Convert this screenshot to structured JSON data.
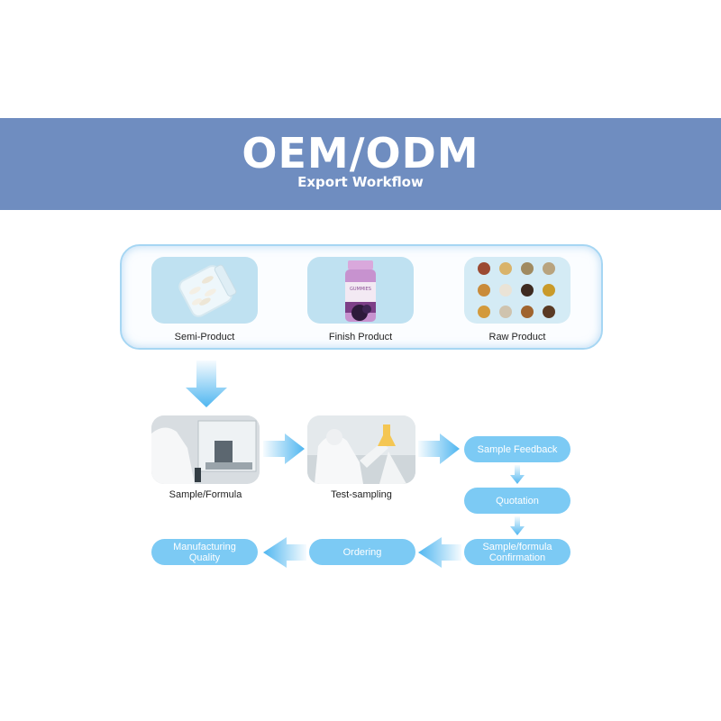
{
  "header": {
    "title": "OEM/ODM",
    "subtitle": "Export Workflow"
  },
  "products": [
    {
      "label": "Semi-Product",
      "icon": "capsule-jar-icon"
    },
    {
      "label": "Finish Product",
      "icon": "gummy-bottle-icon"
    },
    {
      "label": "Raw Product",
      "icon": "powder-bowls-icon"
    }
  ],
  "gummy_bottle_label": "GUMMIES",
  "steps": {
    "sample_formula": "Sample/Formula",
    "test_sampling": "Test-sampling",
    "sample_feedback": "Sample Feedback",
    "quotation": "Quotation",
    "confirmation_line1": "Sample/formula",
    "confirmation_line2": "Confirmation",
    "ordering": "Ordering",
    "manufacturing_line1": "Manufacturing",
    "manufacturing_line2": "Quality"
  },
  "colors": {
    "banner": "#6f8dc0",
    "pill": "#7ccaf4",
    "arrow": "#4fb6f0",
    "panel_border": "#a6d6f3"
  }
}
